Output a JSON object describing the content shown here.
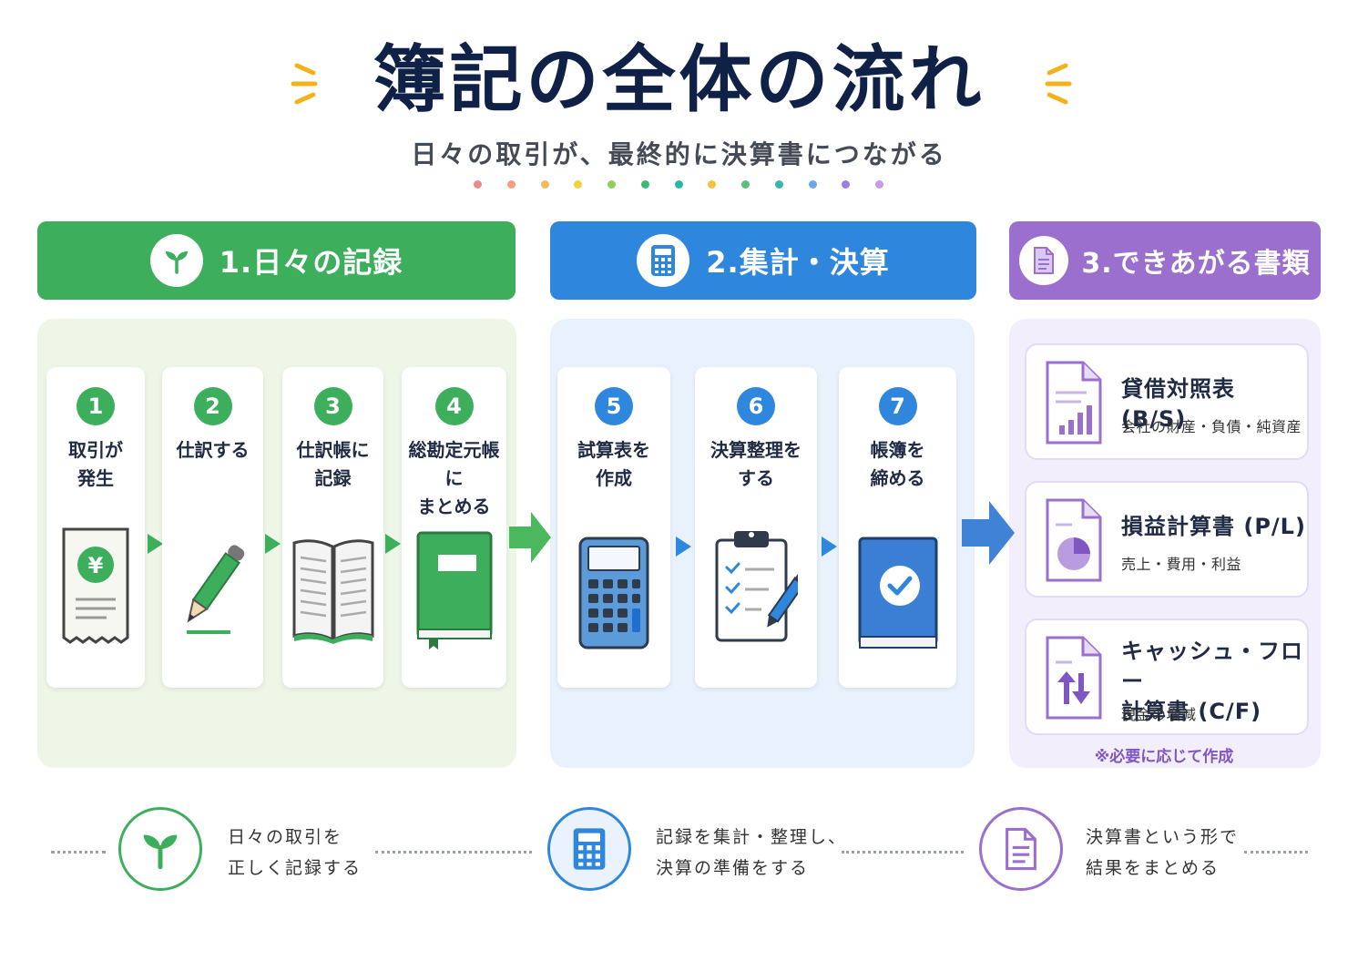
{
  "title": "簿記の全体の流れ",
  "subtitle": "日々の取引が、最終的に決算書につながる",
  "colors": {
    "green": "#3daf5c",
    "blue": "#2f86dd",
    "purple": "#9a6fce",
    "title": "#0f2147",
    "spark": "#f2b21b"
  },
  "dot_colors": [
    "#f08a8a",
    "#f5a07a",
    "#f5b85a",
    "#f2d23b",
    "#8fd05a",
    "#3cb878",
    "#2bb5a8",
    "#f2c23b",
    "#5ac07a",
    "#38b6b0",
    "#6fa8e8",
    "#9b7fe0",
    "#c79be8"
  ],
  "sections": [
    {
      "label": "1.日々の記録",
      "icon": "sprout-icon"
    },
    {
      "label": "2.集計・決算",
      "icon": "calculator-icon"
    },
    {
      "label": "3.できあがる書類",
      "icon": "document-icon"
    }
  ],
  "steps": [
    {
      "num": "1",
      "label": "取引が\n発生",
      "icon": "receipt-yen-icon"
    },
    {
      "num": "2",
      "label": "仕訳する",
      "icon": "pencil-icon"
    },
    {
      "num": "3",
      "label": "仕訳帳に\n記録",
      "icon": "open-book-icon"
    },
    {
      "num": "4",
      "label": "総勘定元帳に\nまとめる",
      "icon": "ledger-book-icon"
    },
    {
      "num": "5",
      "label": "試算表を\n作成",
      "icon": "calculator-icon"
    },
    {
      "num": "6",
      "label": "決算整理を\nする",
      "icon": "clipboard-checklist-icon"
    },
    {
      "num": "7",
      "label": "帳簿を\n締める",
      "icon": "closed-book-check-icon"
    }
  ],
  "documents": [
    {
      "title": "貸借対照表 (B/S)",
      "desc": "会社の財産・負債・純資産",
      "icon": "bar-chart-document-icon"
    },
    {
      "title": "損益計算書 (P/L)",
      "desc": "売上・費用・利益",
      "icon": "pie-chart-document-icon"
    },
    {
      "title": "キャッシュ・フロー\n計算書 (C/F)",
      "desc": "現金の増減",
      "icon": "cash-flow-document-icon"
    }
  ],
  "note": "※必要に応じて作成",
  "summary": [
    {
      "text": "日々の取引を\n正しく記録する",
      "icon": "sprout-icon"
    },
    {
      "text": "記録を集計・整理し、\n決算の準備をする",
      "icon": "calculator-icon"
    },
    {
      "text": "決算書という形で\n結果をまとめる",
      "icon": "document-icon"
    }
  ]
}
